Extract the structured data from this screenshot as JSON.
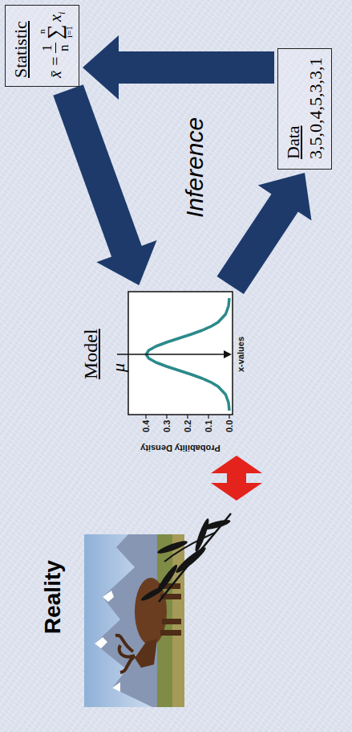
{
  "diagram": {
    "nodes": [
      {
        "text": [
          "Model",
          "μ",
          "0.4",
          "0.3",
          "0.2",
          "0.1",
          "0.0",
          "Probability Density",
          "x-values"
        ]
      },
      {
        "text": [
          "Statistic",
          "x̄ =",
          "1",
          "n",
          "n",
          "∑",
          "i=1",
          "x",
          "i"
        ]
      },
      {
        "text": [
          "Data",
          "3,5,0,4,5,3,3,1"
        ]
      }
    ],
    "edges": [
      {
        "from": 2,
        "to": 1,
        "arrow": "to"
      },
      {
        "from": 1,
        "to": 0,
        "arrow": "to"
      },
      {
        "from": 0,
        "to": 2,
        "arrow": "to"
      }
    ],
    "labels": [
      "Reality",
      "Inference"
    ]
  }
}
